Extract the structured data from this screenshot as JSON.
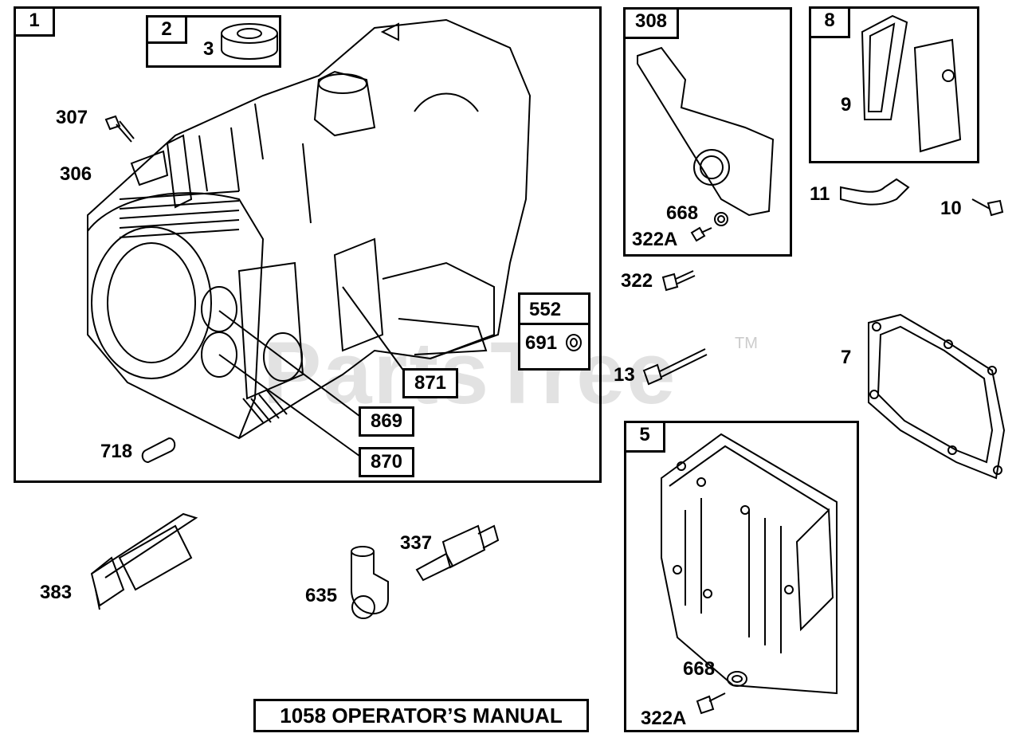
{
  "watermark": {
    "text": "PartsTree",
    "tm": "TM"
  },
  "footer": {
    "text": "1058 OPERATOR’S MANUAL"
  },
  "groups": {
    "g1": "1",
    "g2": "2",
    "g308": "308",
    "g8": "8",
    "g5": "5"
  },
  "boxed_labels": {
    "b552": "552",
    "b691": "691",
    "b871": "871",
    "b869": "869",
    "b870": "870"
  },
  "labels": {
    "l3": "3",
    "l307": "307",
    "l306": "306",
    "l718": "718",
    "l668a": "668",
    "l322A_a": "322A",
    "l322": "322",
    "l9": "9",
    "l11": "11",
    "l10": "10",
    "l13": "13",
    "l7": "7",
    "l337": "337",
    "l383": "383",
    "l635": "635",
    "l668b": "668",
    "l322A_b": "322A"
  }
}
